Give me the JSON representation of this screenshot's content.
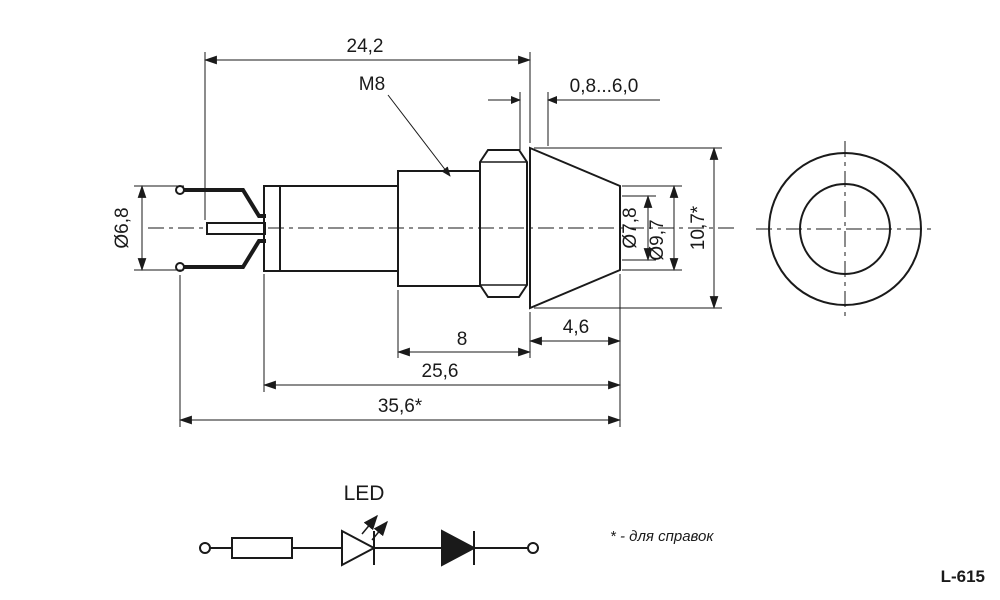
{
  "drawing": {
    "part_number": "L-615",
    "note_reference": "* - для справок",
    "dims": {
      "overall_top": "24,2",
      "thread_label": "M8",
      "panel_thickness": "0,8...6,0",
      "lead_diameter": "Ø6,8",
      "front_diameter": "Ø7,8",
      "bezel_diameter": "Ø9,7",
      "head_diameter": "10,7*",
      "thread_length": "8",
      "head_length": "4,6",
      "body_length": "25,6",
      "overall_length": "35,6*"
    },
    "schematic": {
      "led_label": "LED"
    }
  },
  "colors": {
    "line": "#1a1a1a",
    "background": "#ffffff"
  }
}
